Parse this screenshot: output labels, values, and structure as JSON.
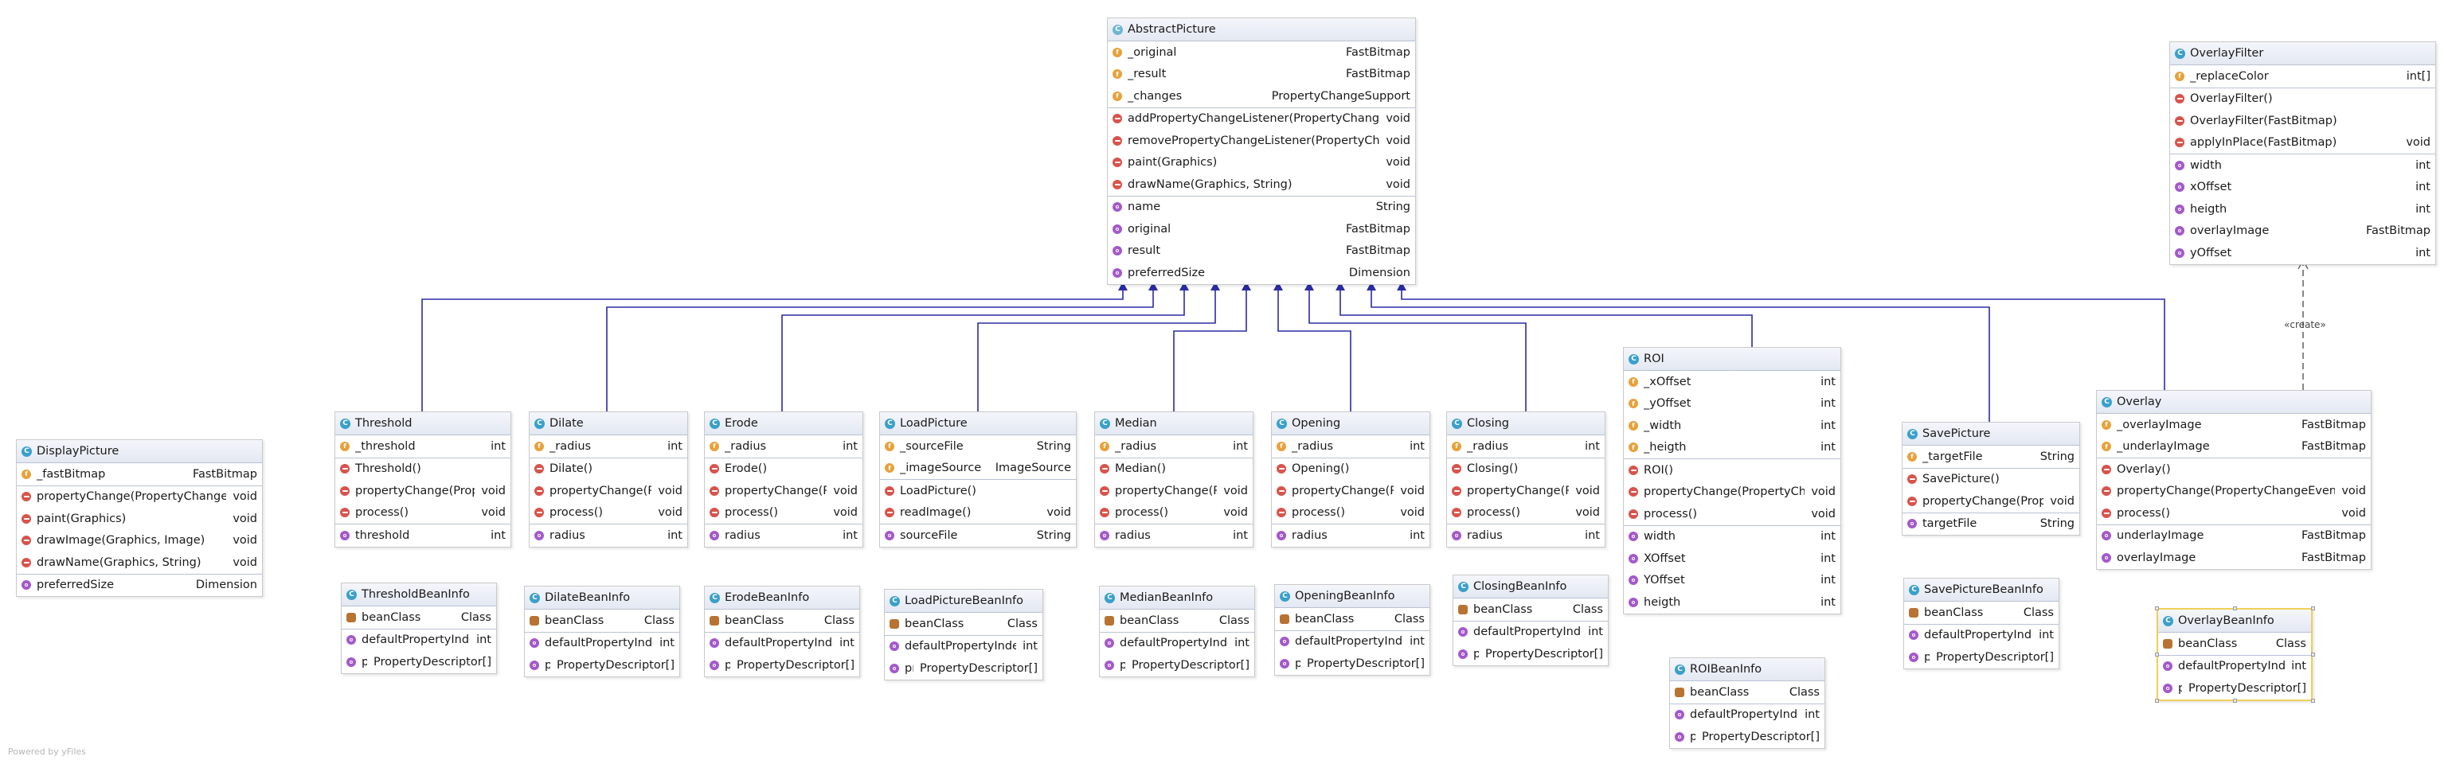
{
  "footer": "Powered by yFiles",
  "stereotype": "«create»",
  "classes": [
    {
      "id": "AbstractPicture",
      "name": "AbstractPicture",
      "abstract": true,
      "sections": [
        [
          {
            "k": "field",
            "n": "_original",
            "t": "FastBitmap"
          },
          {
            "k": "field",
            "n": "_result",
            "t": "FastBitmap"
          },
          {
            "k": "field",
            "n": "_changes",
            "t": "PropertyChangeSupport"
          }
        ],
        [
          {
            "k": "method",
            "n": "addPropertyChangeListener(PropertyChangeListener)",
            "t": "void"
          },
          {
            "k": "method",
            "n": "removePropertyChangeListener(PropertyChangeListener)",
            "t": "void"
          },
          {
            "k": "method",
            "n": "paint(Graphics)",
            "t": "void"
          },
          {
            "k": "method",
            "n": "drawName(Graphics, String)",
            "t": "void"
          }
        ],
        [
          {
            "k": "prop",
            "n": "name",
            "t": "String"
          },
          {
            "k": "prop",
            "n": "original",
            "t": "FastBitmap"
          },
          {
            "k": "prop",
            "n": "result",
            "t": "FastBitmap"
          },
          {
            "k": "prop",
            "n": "preferredSize",
            "t": "Dimension"
          }
        ]
      ]
    },
    {
      "id": "OverlayFilter",
      "name": "OverlayFilter",
      "sections": [
        [
          {
            "k": "field",
            "n": "_replaceColor",
            "t": "int[]"
          }
        ],
        [
          {
            "k": "method",
            "n": "OverlayFilter()",
            "t": ""
          },
          {
            "k": "method",
            "n": "OverlayFilter(FastBitmap)",
            "t": ""
          },
          {
            "k": "method",
            "n": "applyInPlace(FastBitmap)",
            "t": "void"
          }
        ],
        [
          {
            "k": "prop",
            "n": "width",
            "t": "int"
          },
          {
            "k": "prop",
            "n": "xOffset",
            "t": "int"
          },
          {
            "k": "prop",
            "n": "heigth",
            "t": "int"
          },
          {
            "k": "prop",
            "n": "overlayImage",
            "t": "FastBitmap"
          },
          {
            "k": "prop",
            "n": "yOffset",
            "t": "int"
          }
        ]
      ]
    },
    {
      "id": "DisplayPicture",
      "name": "DisplayPicture",
      "sections": [
        [
          {
            "k": "field",
            "n": "_fastBitmap",
            "t": "FastBitmap"
          }
        ],
        [
          {
            "k": "method",
            "n": "propertyChange(PropertyChangeEvent)",
            "t": "void"
          },
          {
            "k": "method",
            "n": "paint(Graphics)",
            "t": "void"
          },
          {
            "k": "method",
            "n": "drawImage(Graphics, Image)",
            "t": "void"
          },
          {
            "k": "method",
            "n": "drawName(Graphics, String)",
            "t": "void"
          }
        ],
        [
          {
            "k": "prop",
            "n": "preferredSize",
            "t": "Dimension"
          }
        ]
      ]
    },
    {
      "id": "Threshold",
      "name": "Threshold",
      "sections": [
        [
          {
            "k": "field",
            "n": "_threshold",
            "t": "int"
          }
        ],
        [
          {
            "k": "method",
            "n": "Threshold()",
            "t": ""
          },
          {
            "k": "method",
            "n": "propertyChange(PropertyChangeEvent)",
            "t": "void"
          },
          {
            "k": "method",
            "n": "process()",
            "t": "void"
          }
        ],
        [
          {
            "k": "prop",
            "n": "threshold",
            "t": "int"
          }
        ]
      ]
    },
    {
      "id": "Dilate",
      "name": "Dilate",
      "sections": [
        [
          {
            "k": "field",
            "n": "_radius",
            "t": "int"
          }
        ],
        [
          {
            "k": "method",
            "n": "Dilate()",
            "t": ""
          },
          {
            "k": "method",
            "n": "propertyChange(PropertyChangeEvent)",
            "t": "void"
          },
          {
            "k": "method",
            "n": "process()",
            "t": "void"
          }
        ],
        [
          {
            "k": "prop",
            "n": "radius",
            "t": "int"
          }
        ]
      ]
    },
    {
      "id": "Erode",
      "name": "Erode",
      "sections": [
        [
          {
            "k": "field",
            "n": "_radius",
            "t": "int"
          }
        ],
        [
          {
            "k": "method",
            "n": "Erode()",
            "t": ""
          },
          {
            "k": "method",
            "n": "propertyChange(PropertyChangeEvent)",
            "t": "void"
          },
          {
            "k": "method",
            "n": "process()",
            "t": "void"
          }
        ],
        [
          {
            "k": "prop",
            "n": "radius",
            "t": "int"
          }
        ]
      ]
    },
    {
      "id": "LoadPicture",
      "name": "LoadPicture",
      "sections": [
        [
          {
            "k": "field",
            "n": "_sourceFile",
            "t": "String"
          },
          {
            "k": "field",
            "n": "_imageSource",
            "t": "ImageSource"
          }
        ],
        [
          {
            "k": "method",
            "n": "LoadPicture()",
            "t": ""
          },
          {
            "k": "method",
            "n": "readImage()",
            "t": "void"
          }
        ],
        [
          {
            "k": "prop",
            "n": "sourceFile",
            "t": "String"
          }
        ]
      ]
    },
    {
      "id": "Median",
      "name": "Median",
      "sections": [
        [
          {
            "k": "field",
            "n": "_radius",
            "t": "int"
          }
        ],
        [
          {
            "k": "method",
            "n": "Median()",
            "t": ""
          },
          {
            "k": "method",
            "n": "propertyChange(PropertyChangeEvent)",
            "t": "void"
          },
          {
            "k": "method",
            "n": "process()",
            "t": "void"
          }
        ],
        [
          {
            "k": "prop",
            "n": "radius",
            "t": "int"
          }
        ]
      ]
    },
    {
      "id": "Opening",
      "name": "Opening",
      "sections": [
        [
          {
            "k": "field",
            "n": "_radius",
            "t": "int"
          }
        ],
        [
          {
            "k": "method",
            "n": "Opening()",
            "t": ""
          },
          {
            "k": "method",
            "n": "propertyChange(PropertyChangeEvent)",
            "t": "void"
          },
          {
            "k": "method",
            "n": "process()",
            "t": "void"
          }
        ],
        [
          {
            "k": "prop",
            "n": "radius",
            "t": "int"
          }
        ]
      ]
    },
    {
      "id": "Closing",
      "name": "Closing",
      "sections": [
        [
          {
            "k": "field",
            "n": "_radius",
            "t": "int"
          }
        ],
        [
          {
            "k": "method",
            "n": "Closing()",
            "t": ""
          },
          {
            "k": "method",
            "n": "propertyChange(PropertyChangeEvent)",
            "t": "void"
          },
          {
            "k": "method",
            "n": "process()",
            "t": "void"
          }
        ],
        [
          {
            "k": "prop",
            "n": "radius",
            "t": "int"
          }
        ]
      ]
    },
    {
      "id": "ROI",
      "name": "ROI",
      "sections": [
        [
          {
            "k": "field",
            "n": "_xOffset",
            "t": "int"
          },
          {
            "k": "field",
            "n": "_yOffset",
            "t": "int"
          },
          {
            "k": "field",
            "n": "_width",
            "t": "int"
          },
          {
            "k": "field",
            "n": "_heigth",
            "t": "int"
          }
        ],
        [
          {
            "k": "method",
            "n": "ROI()",
            "t": ""
          },
          {
            "k": "method",
            "n": "propertyChange(PropertyChangeEvent)",
            "t": "void"
          },
          {
            "k": "method",
            "n": "process()",
            "t": "void"
          }
        ],
        [
          {
            "k": "prop",
            "n": "width",
            "t": "int"
          },
          {
            "k": "prop",
            "n": "XOffset",
            "t": "int"
          },
          {
            "k": "prop",
            "n": "YOffset",
            "t": "int"
          },
          {
            "k": "prop",
            "n": "heigth",
            "t": "int"
          }
        ]
      ]
    },
    {
      "id": "SavePicture",
      "name": "SavePicture",
      "sections": [
        [
          {
            "k": "field",
            "n": "_targetFile",
            "t": "String"
          }
        ],
        [
          {
            "k": "method",
            "n": "SavePicture()",
            "t": ""
          },
          {
            "k": "method",
            "n": "propertyChange(PropertyChangeEvent)",
            "t": "void"
          }
        ],
        [
          {
            "k": "prop",
            "n": "targetFile",
            "t": "String"
          }
        ]
      ]
    },
    {
      "id": "Overlay",
      "name": "Overlay",
      "sections": [
        [
          {
            "k": "field",
            "n": "_overlayImage",
            "t": "FastBitmap"
          },
          {
            "k": "field",
            "n": "_underlayImage",
            "t": "FastBitmap"
          }
        ],
        [
          {
            "k": "method",
            "n": "Overlay()",
            "t": ""
          },
          {
            "k": "method",
            "n": "propertyChange(PropertyChangeEvent)",
            "t": "void"
          },
          {
            "k": "method",
            "n": "process()",
            "t": "void"
          }
        ],
        [
          {
            "k": "prop",
            "n": "underlayImage",
            "t": "FastBitmap"
          },
          {
            "k": "prop",
            "n": "overlayImage",
            "t": "FastBitmap"
          }
        ]
      ]
    },
    {
      "id": "ThresholdBeanInfo",
      "name": "ThresholdBeanInfo",
      "sections": [
        [
          {
            "k": "bean",
            "n": "beanClass",
            "t": "Class"
          }
        ],
        [
          {
            "k": "prop",
            "n": "defaultPropertyIndex",
            "t": "int"
          },
          {
            "k": "prop",
            "n": "propertyDescriptors",
            "t": "PropertyDescriptor[]"
          }
        ]
      ]
    },
    {
      "id": "DilateBeanInfo",
      "name": "DilateBeanInfo",
      "sections": [
        [
          {
            "k": "bean",
            "n": "beanClass",
            "t": "Class"
          }
        ],
        [
          {
            "k": "prop",
            "n": "defaultPropertyIndex",
            "t": "int"
          },
          {
            "k": "prop",
            "n": "propertyDescriptors",
            "t": "PropertyDescriptor[]"
          }
        ]
      ]
    },
    {
      "id": "ErodeBeanInfo",
      "name": "ErodeBeanInfo",
      "sections": [
        [
          {
            "k": "bean",
            "n": "beanClass",
            "t": "Class"
          }
        ],
        [
          {
            "k": "prop",
            "n": "defaultPropertyIndex",
            "t": "int"
          },
          {
            "k": "prop",
            "n": "propertyDescriptors",
            "t": "PropertyDescriptor[]"
          }
        ]
      ]
    },
    {
      "id": "LoadPictureBeanInfo",
      "name": "LoadPictureBeanInfo",
      "sections": [
        [
          {
            "k": "bean",
            "n": "beanClass",
            "t": "Class"
          }
        ],
        [
          {
            "k": "prop",
            "n": "defaultPropertyIndex",
            "t": "int"
          },
          {
            "k": "prop",
            "n": "propertyDescriptors",
            "t": "PropertyDescriptor[]"
          }
        ]
      ]
    },
    {
      "id": "MedianBeanInfo",
      "name": "MedianBeanInfo",
      "sections": [
        [
          {
            "k": "bean",
            "n": "beanClass",
            "t": "Class"
          }
        ],
        [
          {
            "k": "prop",
            "n": "defaultPropertyIndex",
            "t": "int"
          },
          {
            "k": "prop",
            "n": "propertyDescriptors",
            "t": "PropertyDescriptor[]"
          }
        ]
      ]
    },
    {
      "id": "OpeningBeanInfo",
      "name": "OpeningBeanInfo",
      "sections": [
        [
          {
            "k": "bean",
            "n": "beanClass",
            "t": "Class"
          }
        ],
        [
          {
            "k": "prop",
            "n": "defaultPropertyIndex",
            "t": "int"
          },
          {
            "k": "prop",
            "n": "propertyDescriptors",
            "t": "PropertyDescriptor[]"
          }
        ]
      ]
    },
    {
      "id": "ClosingBeanInfo",
      "name": "ClosingBeanInfo",
      "sections": [
        [
          {
            "k": "bean",
            "n": "beanClass",
            "t": "Class"
          }
        ],
        [
          {
            "k": "prop",
            "n": "defaultPropertyIndex",
            "t": "int"
          },
          {
            "k": "prop",
            "n": "propertyDescriptors",
            "t": "PropertyDescriptor[]"
          }
        ]
      ]
    },
    {
      "id": "ROIBeanInfo",
      "name": "ROIBeanInfo",
      "sections": [
        [
          {
            "k": "bean",
            "n": "beanClass",
            "t": "Class"
          }
        ],
        [
          {
            "k": "prop",
            "n": "defaultPropertyIndex",
            "t": "int"
          },
          {
            "k": "prop",
            "n": "propertyDescriptors",
            "t": "PropertyDescriptor[]"
          }
        ]
      ]
    },
    {
      "id": "SavePictureBeanInfo",
      "name": "SavePictureBeanInfo",
      "sections": [
        [
          {
            "k": "bean",
            "n": "beanClass",
            "t": "Class"
          }
        ],
        [
          {
            "k": "prop",
            "n": "defaultPropertyIndex",
            "t": "int"
          },
          {
            "k": "prop",
            "n": "propertyDescriptors",
            "t": "PropertyDescriptor[]"
          }
        ]
      ]
    },
    {
      "id": "OverlayBeanInfo",
      "name": "OverlayBeanInfo",
      "selected": true,
      "sections": [
        [
          {
            "k": "bean",
            "n": "beanClass",
            "t": "Class"
          }
        ],
        [
          {
            "k": "prop",
            "n": "defaultPropertyIndex",
            "t": "int"
          },
          {
            "k": "prop",
            "n": "propertyDescriptors",
            "t": "PropertyDescriptor[]"
          }
        ]
      ]
    }
  ],
  "colors": {
    "inheritance_edge": "#2b2ba5",
    "dependency_edge": "#6a6a6a",
    "header_gradient_top": "#f4f6fb",
    "header_gradient_bottom": "#e3e8f2"
  }
}
